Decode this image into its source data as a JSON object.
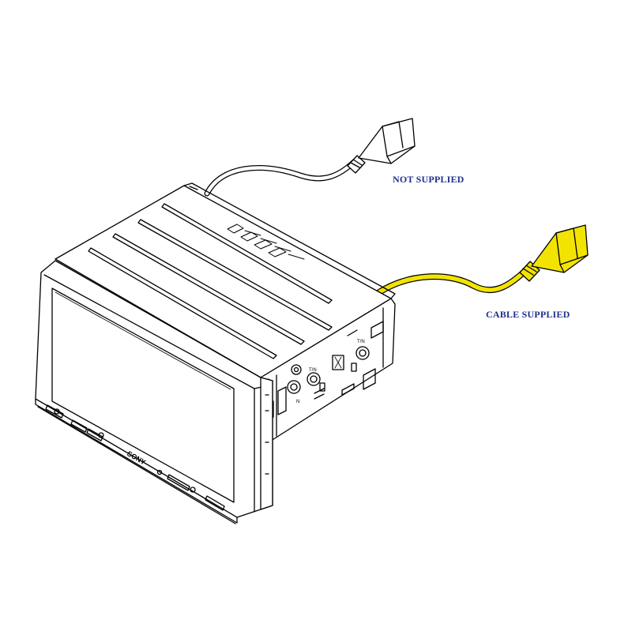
{
  "labels": {
    "not_supplied": "NOT SUPPLIED",
    "cable_supplied": "CABLE SUPPLIED"
  },
  "unit": {
    "brand": "SONY",
    "jack_label_1": "T/N",
    "jack_label_2": "T/N",
    "jack_label_3": "N"
  },
  "colors": {
    "line": "#000000",
    "supplied_cable": "#f2e400",
    "label_text": "#1f2f8f",
    "background": "#ffffff"
  }
}
